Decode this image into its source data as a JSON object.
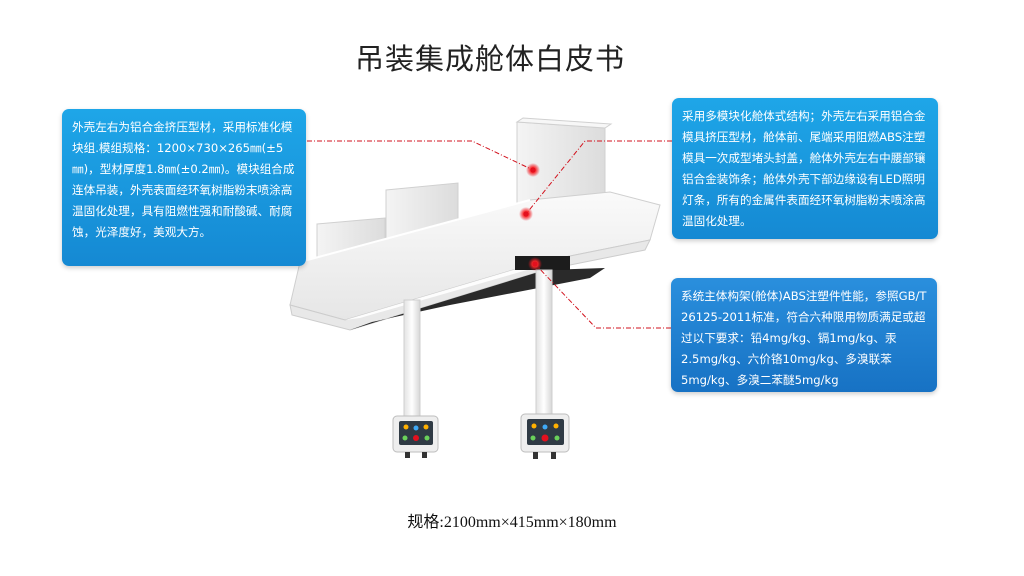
{
  "title": "吊装集成舱体白皮书",
  "callouts": {
    "left": "外壳左右为铝合金挤压型材，采用标准化模块组.模组规格：1200×730×265㎜(±5㎜)，型材厚度1.8㎜(±0.2㎜)。模块组合成连体吊装，外壳表面经环氧树脂粉末喷涂高温固化处理，具有阻燃性强和耐酸碱、耐腐蚀，光泽度好，美观大方。",
    "right_top": "采用多模块化舱体式结构；外壳左右采用铝合金模具挤压型材，舱体前、尾端采用阻燃ABS注塑模具一次成型堵头封盖，舱体外壳左右中腰部镶铝合金装饰条；舱体外壳下部边缘设有LED照明灯条，所有的金属件表面经环氧树脂粉末喷涂高温固化处理。",
    "right_bottom": "系统主体构架(舱体)ABS注塑件性能，参照GB/T 26125-2011标准，符合六种限用物质满足或超过以下要求：铅4mg/kg、镉1mg/kg、汞2.5mg/kg、六价铬10mg/kg、多溴联苯5mg/kg、多溴二苯醚5mg/kg"
  },
  "spec": "规格:2100mm×415mm×180mm",
  "colors": {
    "callout_blue": "#1a96de",
    "callout_blue_dark": "#1772c4",
    "marker_red": "#e3101e",
    "leader_red": "#d2121d"
  }
}
